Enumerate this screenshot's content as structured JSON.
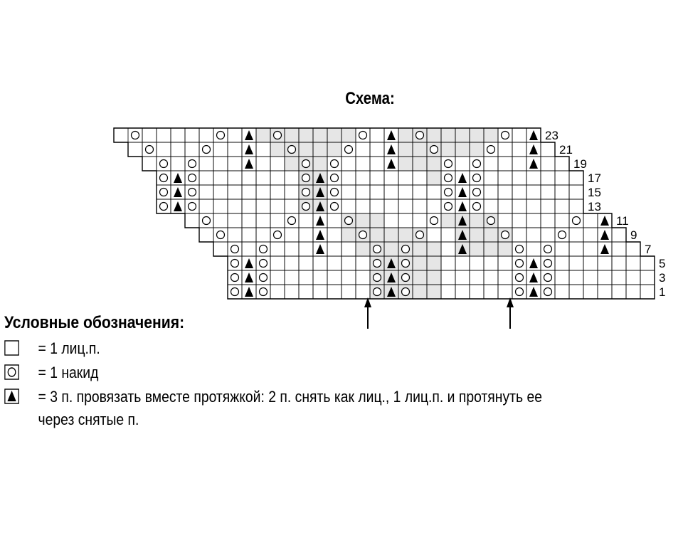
{
  "title": "Схема:",
  "row_labels": [
    "23",
    "21",
    "19",
    "17",
    "15",
    "13",
    "11",
    "9",
    "7",
    "5",
    "3",
    "1"
  ],
  "legend": {
    "title": "Условные обозначения:",
    "items": [
      {
        "icon": "empty-square-icon",
        "text": "= 1 лиц.п."
      },
      {
        "icon": "circle-icon",
        "text": "= 1 накид"
      },
      {
        "icon": "triangle-icon",
        "text": "= 3 п. провязать вместе протяжкой: 2 п. снять как лиц., 1 лиц.п. и протянуть ее",
        "text2": "через снятые п."
      }
    ]
  },
  "colors": {
    "grid": "#000000",
    "shade": "#e6e6e6",
    "symbol": "#000000"
  }
}
